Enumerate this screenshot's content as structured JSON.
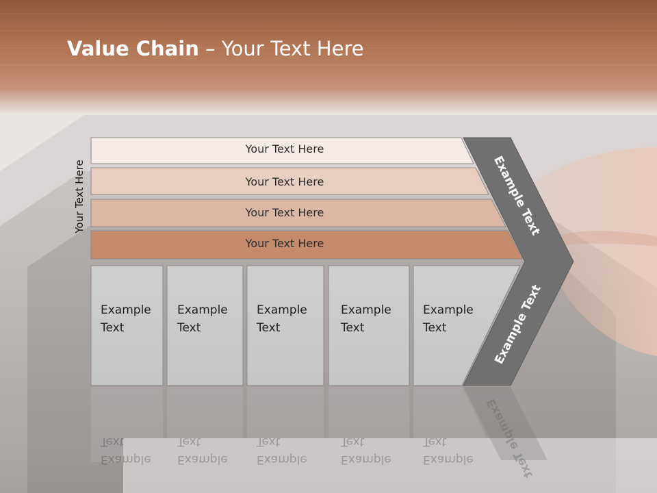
{
  "title": {
    "bold": "Value Chain",
    "rest": " – Your Text Here"
  },
  "side_label": "Your Text Here",
  "rows": [
    {
      "label": "Your Text Here",
      "fill": "#f6ebe6"
    },
    {
      "label": "Your Text Here",
      "fill": "#e8cfc2"
    },
    {
      "label": "Your Text Here",
      "fill": "#dcb8a4"
    },
    {
      "label": "Your Text Here",
      "fill": "#c48a6c"
    }
  ],
  "boxes": [
    {
      "line1": "Example",
      "line2": "Text"
    },
    {
      "line1": "Example",
      "line2": "Text"
    },
    {
      "line1": "Example",
      "line2": "Text"
    },
    {
      "line1": "Example",
      "line2": "Text"
    },
    {
      "line1": "Example",
      "line2": "Text"
    }
  ],
  "chevron": {
    "top_label": "Example Text",
    "bottom_label": "Example Text",
    "color": "#707070"
  },
  "colors": {
    "header": "#a5684a",
    "box_fill": "#cdcdcd",
    "box_border": "#8a8a8a"
  }
}
